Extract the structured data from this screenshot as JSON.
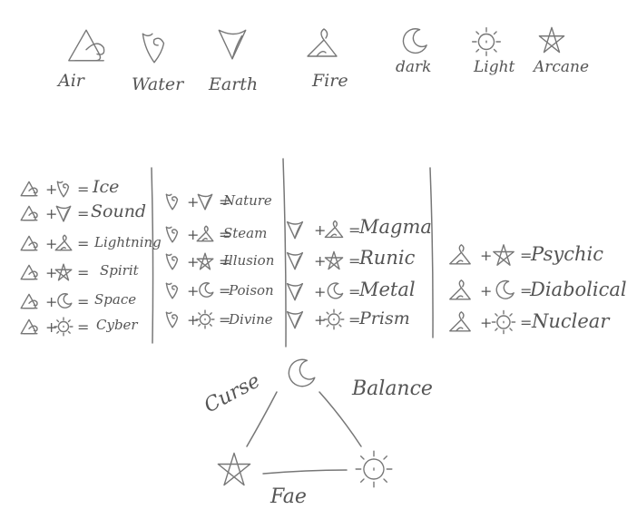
{
  "elements": [
    {
      "label": "Air",
      "icon": "air-icon"
    },
    {
      "label": "Water",
      "icon": "water-icon"
    },
    {
      "label": "Earth",
      "icon": "earth-icon"
    },
    {
      "label": "Fire",
      "icon": "fire-icon"
    },
    {
      "label": "dark",
      "icon": "dark-icon"
    },
    {
      "label": "Light",
      "icon": "light-icon"
    },
    {
      "label": "Arcane",
      "icon": "arcane-icon"
    }
  ],
  "combinations": [
    {
      "base": "air",
      "items": [
        {
          "with": "water",
          "result": "Ice"
        },
        {
          "with": "earth",
          "result": "Sound"
        },
        {
          "with": "fire",
          "result": "Lightning"
        },
        {
          "with": "arcane",
          "result": "Spirit"
        },
        {
          "with": "dark",
          "result": "Space"
        },
        {
          "with": "light",
          "result": "Cyber"
        }
      ]
    },
    {
      "base": "water",
      "items": [
        {
          "with": "earth",
          "result": "Nature"
        },
        {
          "with": "fire",
          "result": "Steam"
        },
        {
          "with": "arcane",
          "result": "Illusion"
        },
        {
          "with": "dark",
          "result": "Poison"
        },
        {
          "with": "light",
          "result": "Divine"
        }
      ]
    },
    {
      "base": "earth",
      "items": [
        {
          "with": "fire",
          "result": "Magma"
        },
        {
          "with": "arcane",
          "result": "Runic"
        },
        {
          "with": "dark",
          "result": "Metal"
        },
        {
          "with": "light",
          "result": "Prism"
        }
      ]
    },
    {
      "base": "fire",
      "items": [
        {
          "with": "arcane",
          "result": "Psychic"
        },
        {
          "with": "dark",
          "result": "Diabolical"
        },
        {
          "with": "light",
          "result": "Nuclear"
        }
      ]
    }
  ],
  "triangle": {
    "nodes": [
      "dark",
      "light",
      "arcane"
    ],
    "edges": [
      {
        "label": "Curse",
        "between": [
          "arcane",
          "dark"
        ]
      },
      {
        "label": "Balance",
        "between": [
          "dark",
          "light"
        ]
      },
      {
        "label": "Fae",
        "between": [
          "arcane",
          "light"
        ]
      }
    ]
  },
  "colors": {
    "stroke": "#777777",
    "text": "#555555",
    "background": "#ffffff"
  }
}
